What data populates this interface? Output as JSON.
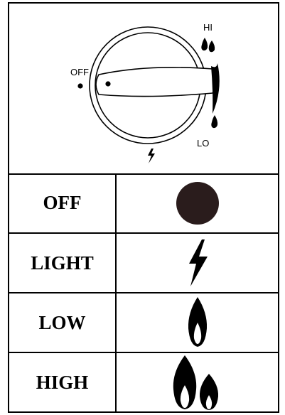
{
  "dial": {
    "label_off": "OFF",
    "label_hi": "HI",
    "label_lo": "LO",
    "icons": [
      "knob-icon",
      "flame-small-icon",
      "flame-double-icon",
      "lightning-icon",
      "dot-icon"
    ]
  },
  "legend": {
    "rows": [
      {
        "name": "OFF",
        "icon": "circle-icon"
      },
      {
        "name": "LIGHT",
        "icon": "lightning-icon"
      },
      {
        "name": "LOW",
        "icon": "flame-icon"
      },
      {
        "name": "HIGH",
        "icon": "double-flame-icon"
      }
    ]
  },
  "colors": {
    "ink": "#000000",
    "dot": "#2a1c1c"
  }
}
